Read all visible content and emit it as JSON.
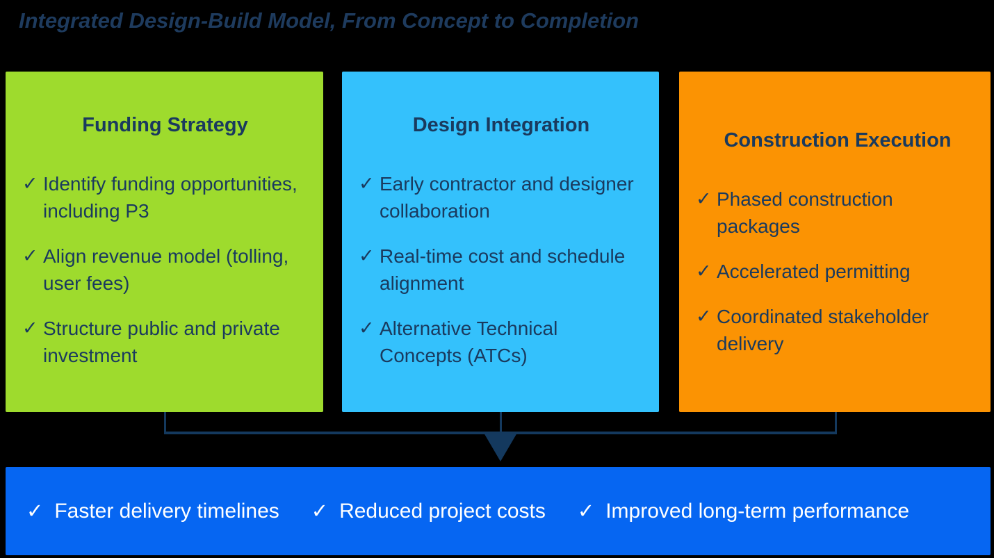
{
  "title": "Integrated Design-Build Model, From Concept to Completion",
  "check_glyph": "✓",
  "colors": {
    "background": "#000000",
    "title_navy": "#1E3B5E",
    "text_navy": "#1A3A5E",
    "connector_navy": "#14395E",
    "funding_green": "#9EDB2D",
    "design_cyan": "#34C1FC",
    "construction_orange": "#FB9303",
    "outcome_blue": "#0666F2",
    "outcome_text": "#FFFFFF"
  },
  "columns": [
    {
      "title": "Funding Strategy",
      "items": [
        "Identify funding opportunities, including P3",
        "Align revenue model (tolling, user fees)",
        "Structure public and private investment"
      ]
    },
    {
      "title": "Design Integration",
      "items": [
        "Early contractor and designer collaboration",
        "Real-time cost and schedule alignment",
        "Alternative Technical Concepts (ATCs)"
      ]
    },
    {
      "title": "Construction Execution",
      "items": [
        "Phased construction packages",
        "Accelerated permitting",
        "Coordinated stakeholder delivery"
      ]
    }
  ],
  "outcomes": [
    "Faster delivery timelines",
    "Reduced project costs",
    "Improved long-term performance"
  ]
}
